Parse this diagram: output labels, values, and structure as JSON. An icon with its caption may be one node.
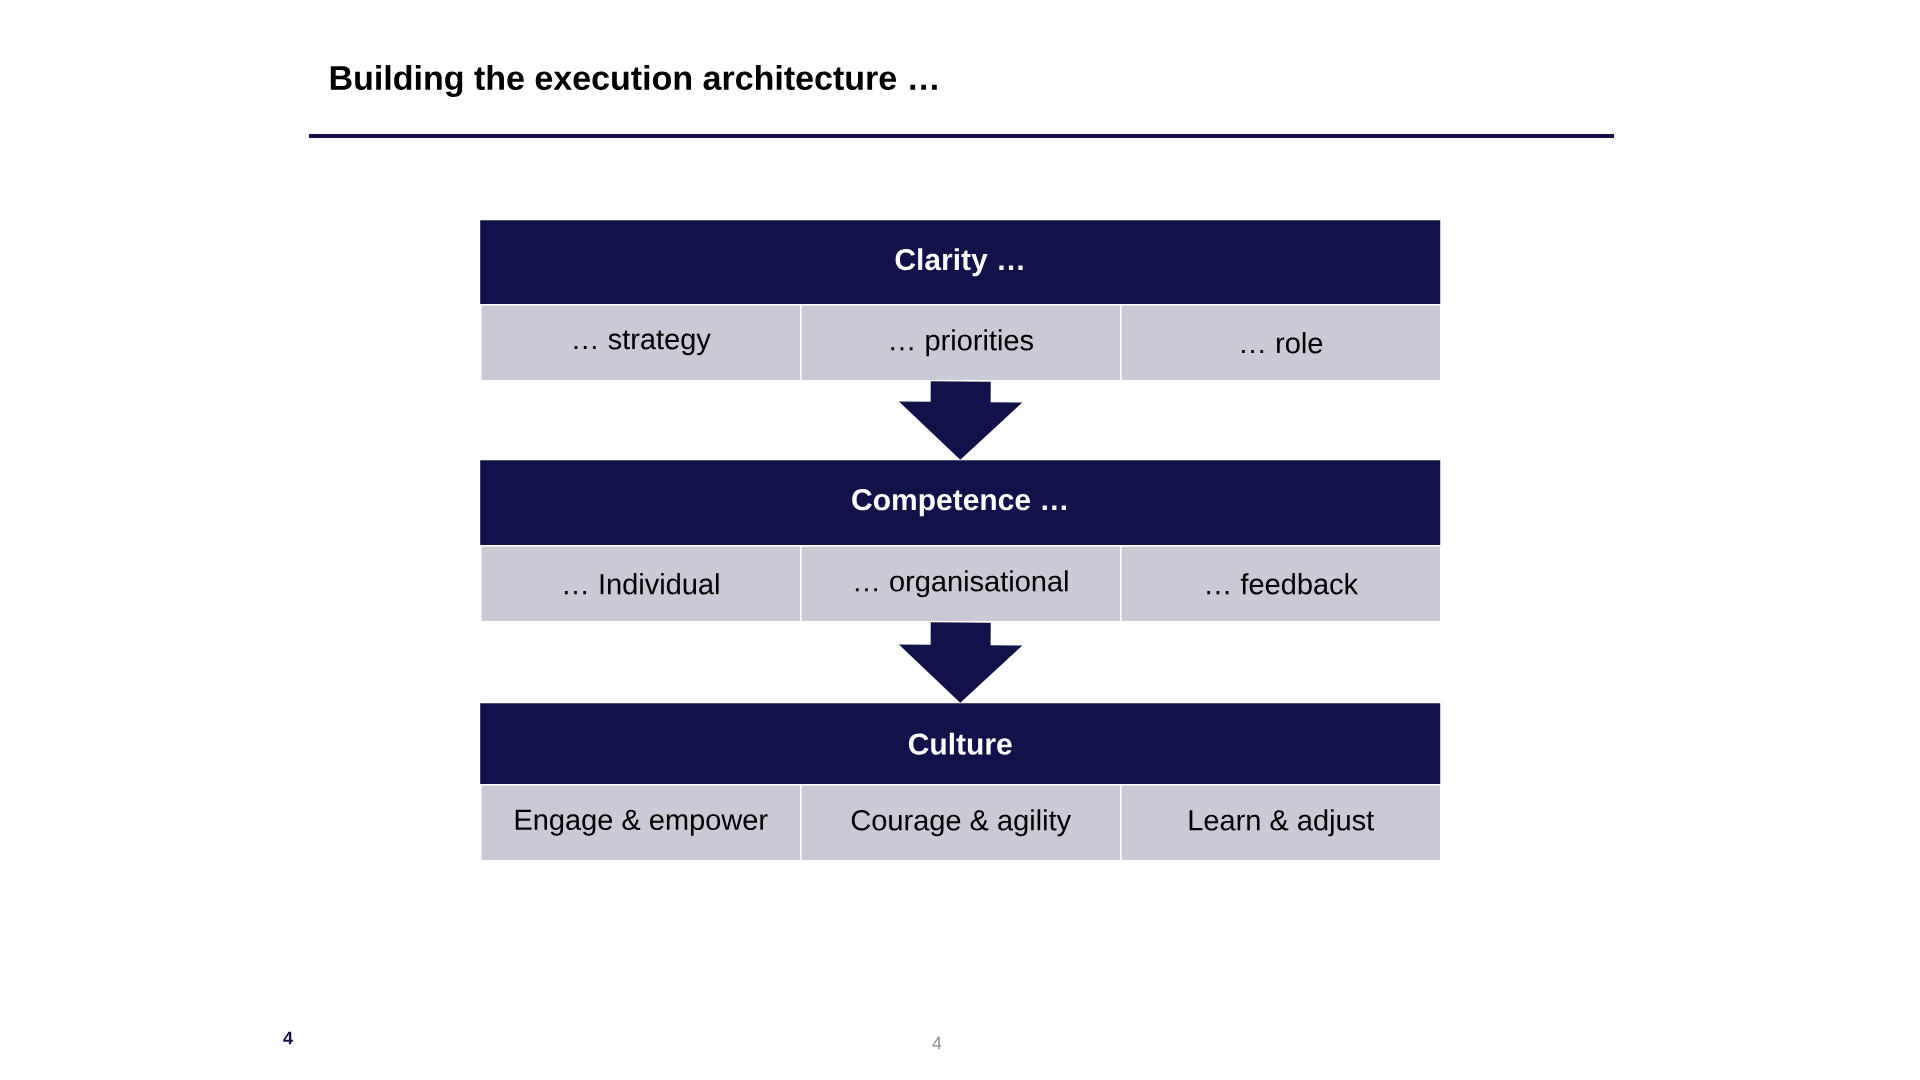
{
  "diagram": {
    "title": "Building the execution architecture …",
    "nodes": [
      {
        "text": [
          "Clarity …"
        ]
      },
      {
        "text": [
          "… strategy"
        ]
      },
      {
        "text": [
          "… priorities"
        ]
      },
      {
        "text": [
          "… role"
        ]
      },
      {
        "text": [
          "Competence …"
        ]
      },
      {
        "text": [
          "… Individual"
        ]
      },
      {
        "text": [
          "… organisational"
        ]
      },
      {
        "text": [
          "… feedback"
        ]
      },
      {
        "text": [
          "Culture"
        ]
      },
      {
        "text": [
          "Engage & empower"
        ]
      },
      {
        "text": [
          "Courage & agility"
        ]
      },
      {
        "text": [
          "Learn & adjust"
        ]
      }
    ],
    "edges": [
      {
        "from": 2,
        "to": 4,
        "arrow": "to"
      },
      {
        "from": 6,
        "to": 8,
        "arrow": "to"
      }
    ],
    "labels": [
      "4",
      "4"
    ]
  }
}
